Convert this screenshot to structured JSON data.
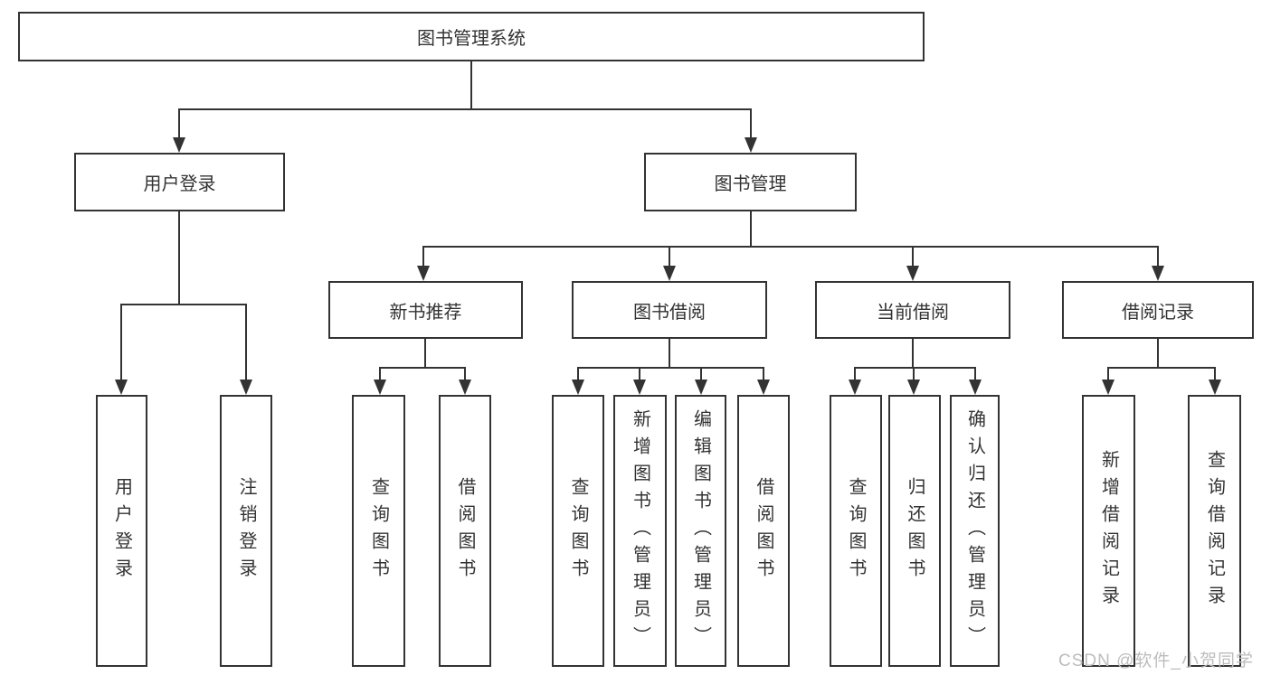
{
  "title": "图书管理系统",
  "watermark": "CSDN @软件_小贺同学",
  "colors": {
    "line": "#333333",
    "text": "#333333",
    "watermark": "#bdbdbd",
    "background": "#ffffff"
  },
  "branches": {
    "user_login": {
      "label": "用户登录",
      "children": [
        "用户登录",
        "注销登录"
      ]
    },
    "book_mgmt": {
      "label": "图书管理",
      "sections": [
        {
          "label": "新书推荐",
          "children": [
            "查询图书",
            "借阅图书"
          ]
        },
        {
          "label": "图书借阅",
          "children": [
            "查询图书",
            "新增图书（管理员）",
            "编辑图书（管理员）",
            "借阅图书"
          ]
        },
        {
          "label": "当前借阅",
          "children": [
            "查询图书",
            "归还图书",
            "确认归还（管理员）"
          ]
        },
        {
          "label": "借阅记录",
          "children": [
            "新增借阅记录",
            "查询借阅记录"
          ]
        }
      ]
    }
  }
}
